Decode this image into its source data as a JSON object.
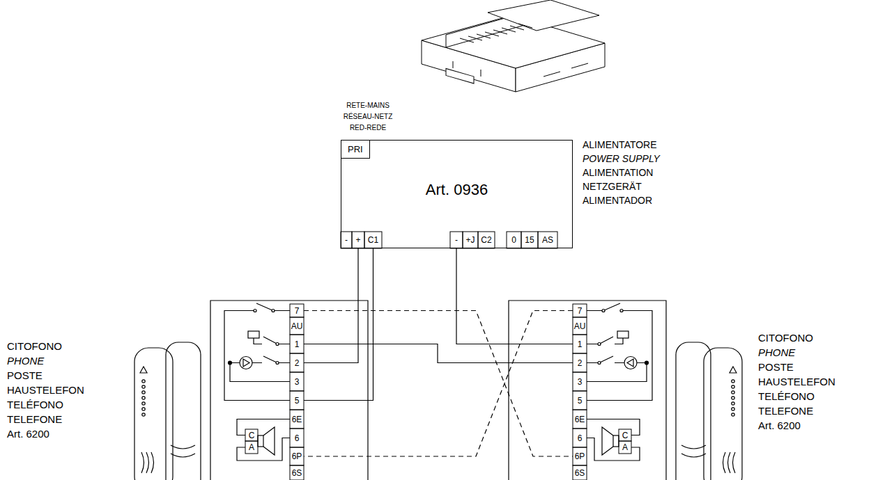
{
  "diagram": {
    "nodes": [
      {
        "text": [
          "PRI",
          "Art. 0936"
        ]
      }
    ],
    "labels": [
      "RETE-MAINS",
      "RÉSEAU-NETZ",
      "RED-REDE",
      "ALIMENTATORE",
      "POWER SUPPLY",
      "ALIMENTATION",
      "NETZGERÄT",
      "ALIMENTADOR",
      "-",
      "+",
      "C1",
      "-",
      "+J",
      "C2",
      "0",
      "15",
      "AS",
      "7",
      "AU",
      "1",
      "2",
      "3",
      "5",
      "6E",
      "6",
      "6P",
      "6S",
      "C",
      "A",
      "CITOFONO",
      "PHONE",
      "POSTE",
      "HAUSTELEFON",
      "TELÉFONO",
      "TELEFONE",
      "Art. 6200",
      "7",
      "AU",
      "1",
      "2",
      "3",
      "5",
      "6E",
      "6",
      "6P",
      "6S",
      "C",
      "A",
      "CITOFONO",
      "PHONE",
      "POSTE",
      "HAUSTELEFON",
      "TELÉFONO",
      "TELEFONE",
      "Art. 6200"
    ]
  }
}
